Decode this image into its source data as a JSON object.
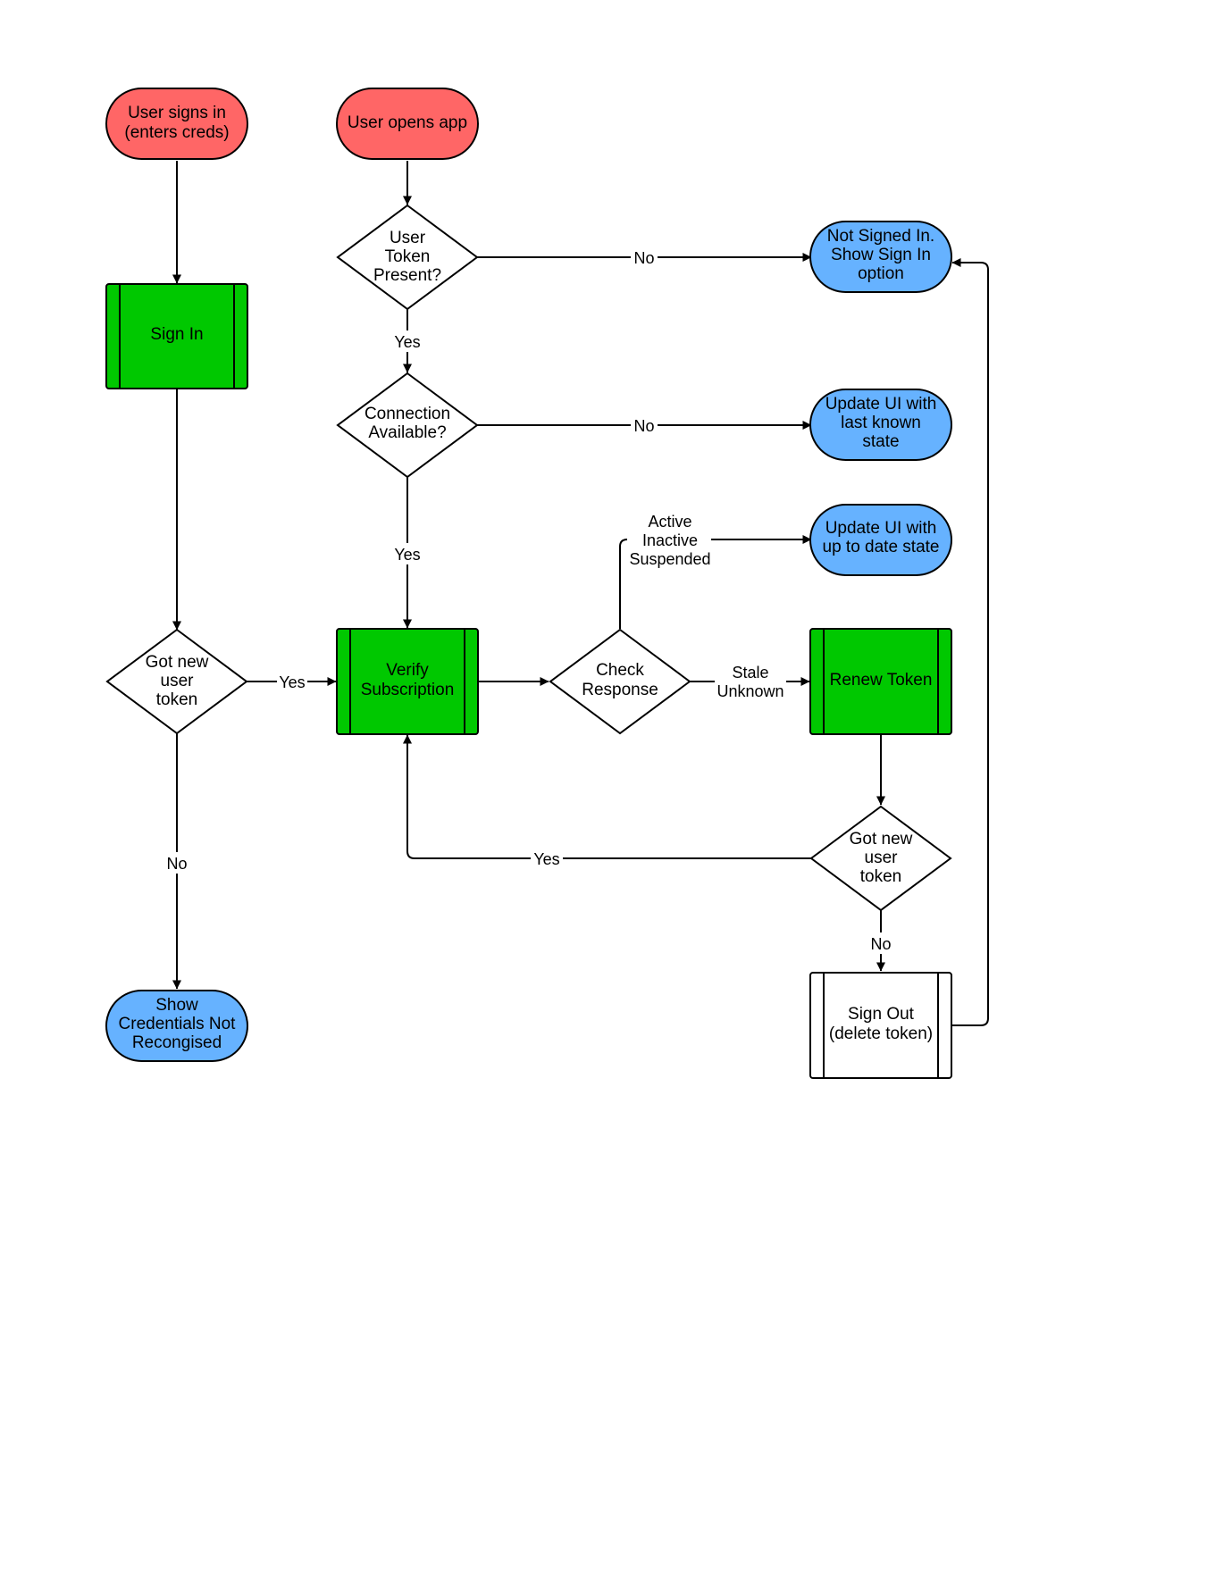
{
  "colors": {
    "start": "#ff6666",
    "process": "#00c800",
    "terminal": "#66b2ff",
    "subprocess_plain": "#ffffff",
    "decision": "#ffffff",
    "stroke": "#000000"
  },
  "nodes": {
    "user_signs_in": [
      "User signs in",
      "(enters creds)"
    ],
    "user_opens_app": [
      "User opens app"
    ],
    "token_present": [
      "User",
      "Token",
      "Present?"
    ],
    "not_signed_in": [
      "Not Signed In.",
      "Show Sign In",
      "option"
    ],
    "sign_in": [
      "Sign In"
    ],
    "connection_available": [
      "Connection",
      "Available?"
    ],
    "update_last_known": [
      "Update UI with",
      "last known",
      "state"
    ],
    "update_up_to_date": [
      "Update UI with",
      "up to date state"
    ],
    "got_new_token_left": [
      "Got new",
      "user",
      "token"
    ],
    "verify_subscription": [
      "Verify",
      "Subscription"
    ],
    "check_response": [
      "Check",
      "Response"
    ],
    "renew_token": [
      "Renew Token"
    ],
    "got_new_token_right": [
      "Got new",
      "user",
      "token"
    ],
    "show_credentials": [
      "Show",
      "Credentials Not",
      "Recongised"
    ],
    "sign_out": [
      "Sign Out",
      "(delete token)"
    ]
  },
  "edge_labels": {
    "token_no": "No",
    "token_yes": "Yes",
    "connection_no": "No",
    "connection_yes": "Yes",
    "status_active": [
      "Active",
      "Inactive",
      "Suspended"
    ],
    "status_stale": [
      "Stale",
      "Unknown"
    ],
    "left_yes": "Yes",
    "left_no": "No",
    "right_yes": "Yes",
    "right_no": "No"
  }
}
